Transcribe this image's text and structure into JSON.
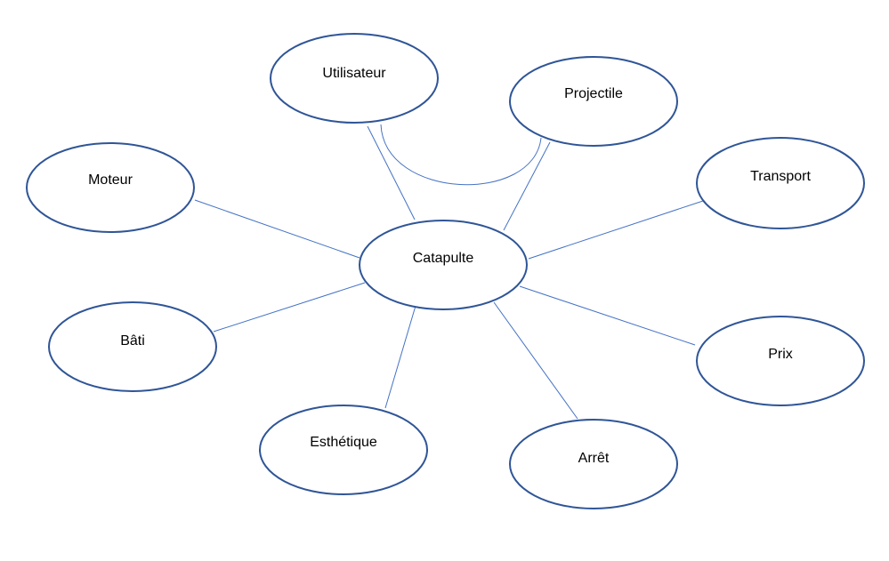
{
  "colors": {
    "node_stroke": "#2F5597",
    "link_stroke": "#4472C4"
  },
  "center": {
    "id": "catapulte",
    "label": "Catapulte"
  },
  "nodes": [
    {
      "id": "utilisateur",
      "label": "Utilisateur"
    },
    {
      "id": "projectile",
      "label": "Projectile"
    },
    {
      "id": "moteur",
      "label": "Moteur"
    },
    {
      "id": "transport",
      "label": "Transport"
    },
    {
      "id": "bati",
      "label": "Bâti"
    },
    {
      "id": "prix",
      "label": "Prix"
    },
    {
      "id": "esthetique",
      "label": "Esthétique"
    },
    {
      "id": "arret",
      "label": "Arrêt"
    }
  ],
  "links": [
    {
      "from": "catapulte",
      "to": "utilisateur"
    },
    {
      "from": "catapulte",
      "to": "projectile"
    },
    {
      "from": "catapulte",
      "to": "moteur"
    },
    {
      "from": "catapulte",
      "to": "transport"
    },
    {
      "from": "catapulte",
      "to": "bati"
    },
    {
      "from": "catapulte",
      "to": "prix"
    },
    {
      "from": "catapulte",
      "to": "esthetique"
    },
    {
      "from": "catapulte",
      "to": "arret"
    },
    {
      "from": "utilisateur",
      "to": "projectile",
      "curved": true
    }
  ]
}
